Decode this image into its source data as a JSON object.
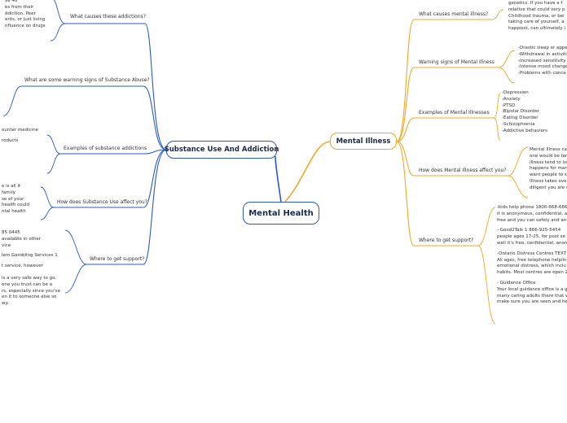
{
  "root": {
    "label": "Mental Health"
  },
  "left_main": {
    "label": "Substance Use And Addiction",
    "branches": [
      {
        "label": "What causes these addictions?"
      },
      {
        "label": "What are some warning signs of Substance Abuse?"
      },
      {
        "label": "Examples of substance addictions"
      },
      {
        "label": "How does Substance Use affect you?"
      },
      {
        "label": "Where to get support?"
      }
    ],
    "texts": {
      "causes": [
        "ve 46",
        "es from their",
        "ddiction. Peer",
        "ents, or just living",
        "nfluence on drugs"
      ],
      "examples": [
        "ounter medicine",
        "",
        "roducts"
      ],
      "affect": [
        "e is all it",
        "family",
        "se of your",
        "health could",
        "ntal health"
      ],
      "support_a": [
        "85 0445",
        "available in other",
        "vice",
        "",
        "lem Gambling Services 1",
        "",
        "t service, however"
      ],
      "support_b": [
        "is a very safe way to go.",
        "one you trust can be a",
        "rs, especially since you've",
        "en it to someone else so",
        "wy."
      ]
    }
  },
  "right_main": {
    "label": "Mental Illness",
    "branches": [
      {
        "label": "What causes mental illness?"
      },
      {
        "label": "Warning signs of Mental Illness"
      },
      {
        "label": "Examples of Mental Illnesses"
      },
      {
        "label": "How does Mental Illness affect you?"
      },
      {
        "label": "Where to get support?"
      }
    ],
    "texts": {
      "causes": [
        "genetics. If you have a f",
        "relative that could very p",
        "Childhood trauma, or bei",
        "taking care of yourself, a",
        "happiest, can ultimately l"
      ],
      "warning": [
        "-Drastic sleep or appe",
        "-Withdrawal in activiti",
        "-Increased sensitivity",
        "-Intense mood change",
        "-Problems with conce"
      ],
      "examples": [
        "-Depression",
        "-Anxiety",
        "-PTSD",
        "-Bipolar Disorder",
        "-Eating Disorder",
        "-Schizophrenia",
        "-Addictive behaviors"
      ],
      "affect": [
        "Mental Illness ca",
        "one would be fam",
        "illness tend to iso",
        "happens for many",
        "want people to se",
        "Illness takes over",
        "diligent you are w"
      ],
      "support": [
        "-kids help phone 1800-668-686",
        "it is anonymous, confidential, a",
        "free and you can safely and an",
        "",
        "- Good2Talk 1 866-925-5454",
        "people ages 17-25, for post se",
        "well it's free, confidential, anon",
        "",
        "-Ontario Distress Centres TEXT",
        "All ages, free telephone helplin",
        "emotional distress, which inclu",
        "habits. Most centres are open 2",
        "",
        "- Guidance Office",
        "Your local guidance office is a g",
        "many caring adults there that w",
        "make sure you are seen and he"
      ]
    }
  },
  "colors": {
    "left": "#2a5ac8",
    "right": "#f5a623"
  }
}
